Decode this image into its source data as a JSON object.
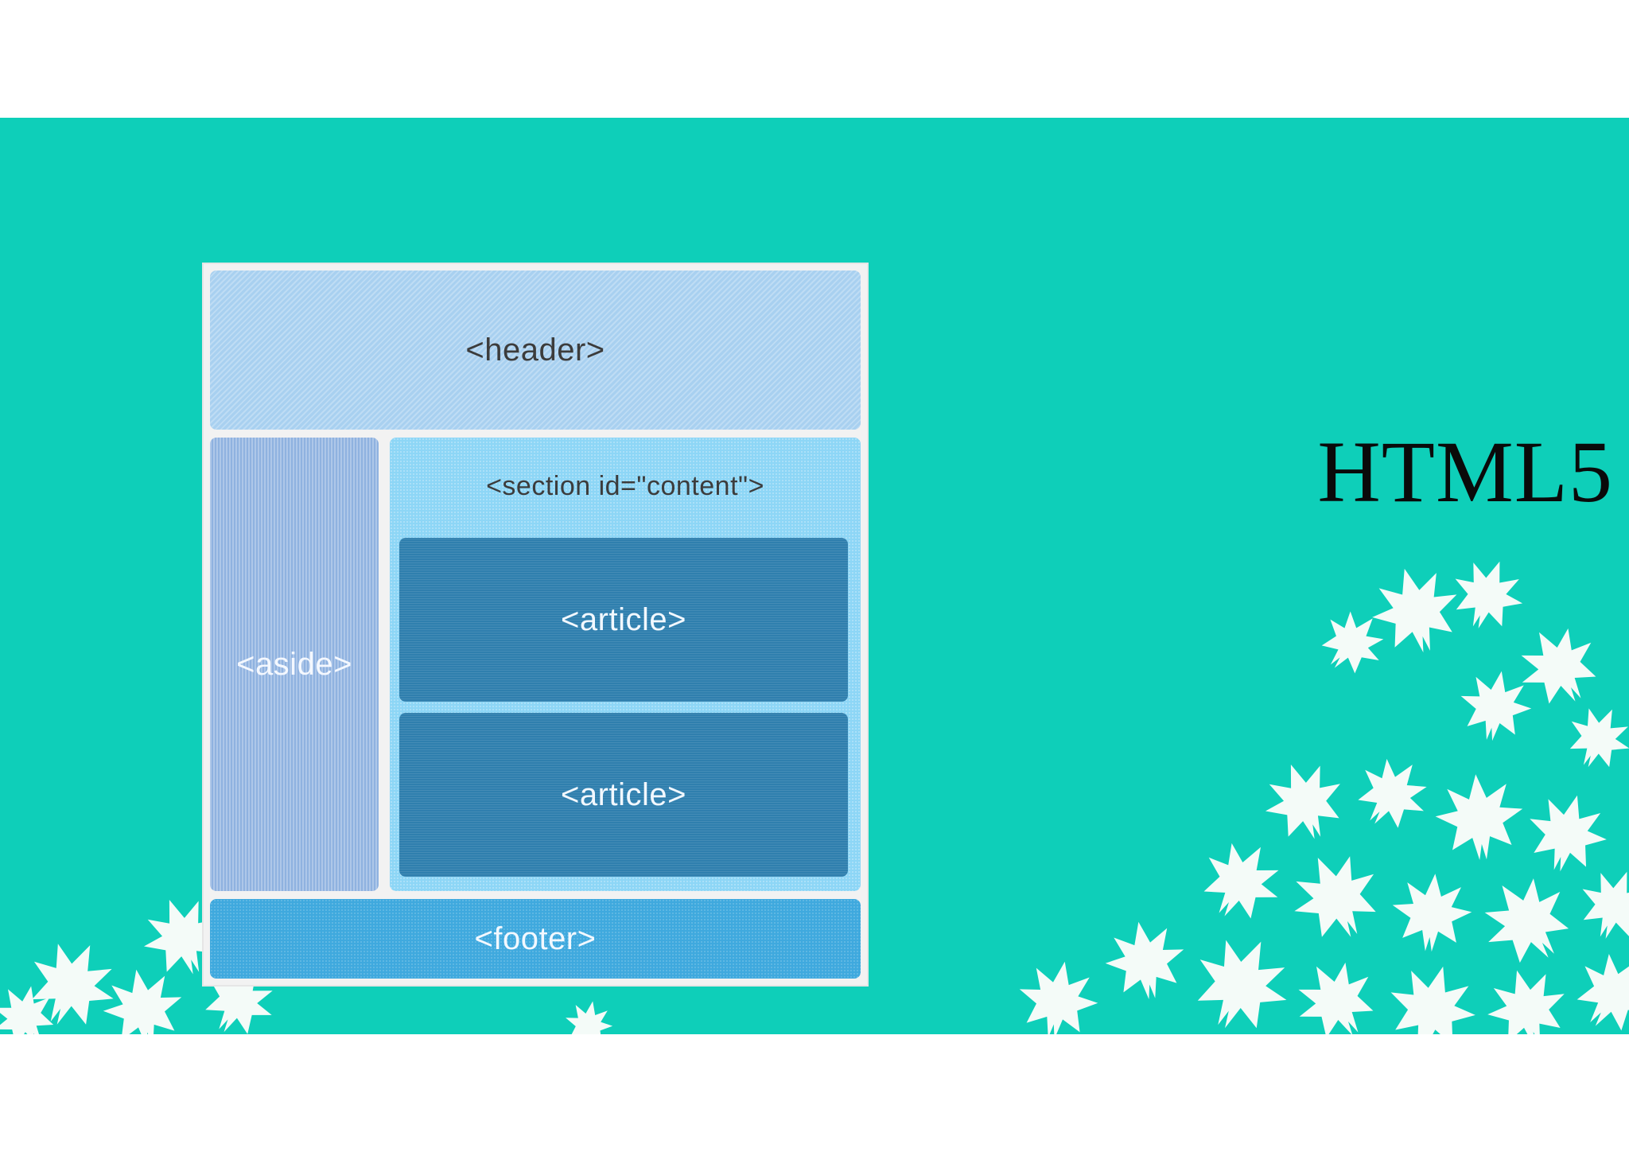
{
  "slide": {
    "title": "HTML5",
    "background_color": "#0ecfb9",
    "decoration": "maple-leaves-illustration"
  },
  "layout_diagram": {
    "header_label": "<header>",
    "aside_label": "<aside>",
    "section_label": "<section id=\"content\">",
    "article_1_label": "<article>",
    "article_2_label": "<article>",
    "footer_label": "<footer>",
    "colors": {
      "header": "#a8d0f0",
      "aside": "#8fb2e0",
      "section": "#8dd6f6",
      "article": "#2f7fae",
      "footer": "#3fa9de"
    }
  }
}
